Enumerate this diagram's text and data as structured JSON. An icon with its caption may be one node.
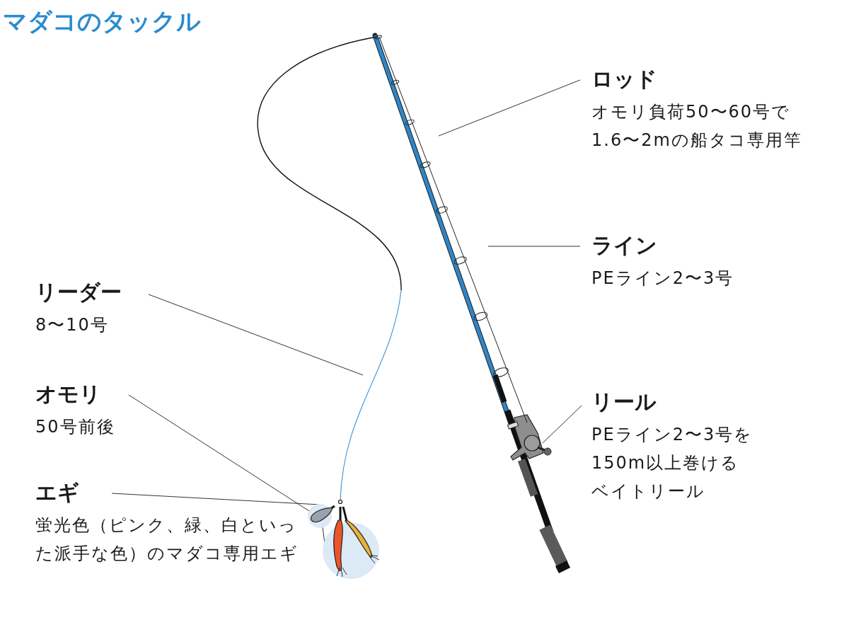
{
  "diagram": {
    "title": "マダコのタックル",
    "nodes": [
      {
        "text": [
          "ロッド",
          "オモリ負荷50〜60号で1.6〜2mの船タコ専用竿"
        ]
      },
      {
        "text": [],
        "shape": "picture"
      },
      {
        "text": [
          "ライン",
          "PEライン2〜3号"
        ]
      },
      {
        "text": [],
        "shape": "picture"
      },
      {
        "text": [
          "リーダー",
          "8〜10号"
        ]
      },
      {
        "text": [],
        "shape": "line"
      },
      {
        "text": [
          "オモリ",
          "50号前後"
        ]
      },
      {
        "text": [],
        "shape": "picture"
      },
      {
        "text": [
          "エギ",
          "蛍光色（ピンク、緑、白といった派手な色）のマダコ専用エギ"
        ]
      },
      {
        "text": [],
        "shape": "picture"
      },
      {
        "text": [
          "リール",
          "PEライン2〜3号を150m以上巻けるベイトリール"
        ]
      },
      {
        "text": [],
        "shape": "picture",
        "in": 1
      }
    ],
    "edges": [
      {
        "from": 0,
        "to": 1,
        "arrow": "none"
      },
      {
        "from": 2,
        "to": 3,
        "arrow": "none"
      },
      {
        "from": 4,
        "to": 5,
        "arrow": "none"
      },
      {
        "from": 6,
        "to": 7,
        "arrow": "none"
      },
      {
        "from": 8,
        "to": 9,
        "arrow": "none"
      },
      {
        "from": 10,
        "to": 11,
        "arrow": "none"
      }
    ]
  }
}
